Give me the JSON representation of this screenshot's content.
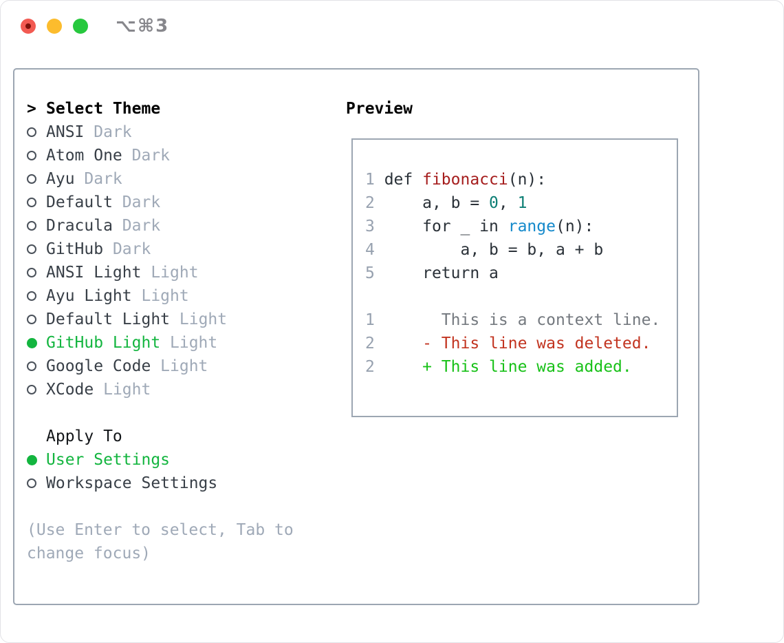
{
  "window": {
    "title": "⌥⌘3",
    "traffic_lights": [
      "close",
      "minimize",
      "zoom"
    ]
  },
  "theme_panel": {
    "header": {
      "cursor": ">",
      "label": "Select Theme"
    },
    "themes": [
      {
        "name": "ANSI",
        "variant": "Dark",
        "selected": false
      },
      {
        "name": "Atom One",
        "variant": "Dark",
        "selected": false
      },
      {
        "name": "Ayu",
        "variant": "Dark",
        "selected": false
      },
      {
        "name": "Default",
        "variant": "Dark",
        "selected": false
      },
      {
        "name": "Dracula",
        "variant": "Dark",
        "selected": false
      },
      {
        "name": "GitHub",
        "variant": "Dark",
        "selected": false
      },
      {
        "name": "ANSI Light",
        "variant": "Light",
        "selected": false
      },
      {
        "name": "Ayu Light",
        "variant": "Light",
        "selected": false
      },
      {
        "name": "Default Light",
        "variant": "Light",
        "selected": false
      },
      {
        "name": "GitHub Light",
        "variant": "Light",
        "selected": true
      },
      {
        "name": "Google Code",
        "variant": "Light",
        "selected": false
      },
      {
        "name": "XCode",
        "variant": "Light",
        "selected": false
      }
    ],
    "apply_to": {
      "label": "Apply To",
      "options": [
        {
          "name": "User Settings",
          "selected": true
        },
        {
          "name": "Workspace Settings",
          "selected": false
        }
      ]
    },
    "hint_lines": [
      "(Use Enter to select, Tab to",
      "change focus)"
    ]
  },
  "preview": {
    "label": "Preview",
    "code_lines": [
      {
        "num": "1",
        "segments": [
          {
            "t": "def ",
            "c": "plain"
          },
          {
            "t": "fibonacci",
            "c": "func"
          },
          {
            "t": "(n):",
            "c": "plain"
          }
        ]
      },
      {
        "num": "2",
        "segments": [
          {
            "t": "    a, b = ",
            "c": "plain"
          },
          {
            "t": "0",
            "c": "num"
          },
          {
            "t": ", ",
            "c": "plain"
          },
          {
            "t": "1",
            "c": "num"
          }
        ]
      },
      {
        "num": "3",
        "segments": [
          {
            "t": "    for _ in ",
            "c": "plain"
          },
          {
            "t": "range",
            "c": "builtin"
          },
          {
            "t": "(n):",
            "c": "plain"
          }
        ]
      },
      {
        "num": "4",
        "segments": [
          {
            "t": "        a, b = b, a + b",
            "c": "plain"
          }
        ]
      },
      {
        "num": "5",
        "segments": [
          {
            "t": "    return a",
            "c": "plain"
          }
        ]
      },
      {
        "num": "",
        "segments": []
      },
      {
        "num": "1",
        "segments": [
          {
            "t": "      This is a context line.",
            "c": "context"
          }
        ]
      },
      {
        "num": "2",
        "segments": [
          {
            "t": "    - This line was deleted.",
            "c": "deleted"
          }
        ]
      },
      {
        "num": "2",
        "segments": [
          {
            "t": "    + This line was added.",
            "c": "added"
          }
        ]
      }
    ]
  },
  "colors": {
    "panel_border": "#9ca6b2",
    "selected_green": "#13b53f",
    "theme_name": "#383f47",
    "variant_gray": "#9fa9b7",
    "line_number": "#97a1af",
    "code_default": "#2a3138",
    "function_red": "#a51d1d",
    "number_teal": "#0c7e74",
    "builtin_blue": "#1489cb",
    "diff_context": "#74797f",
    "diff_deleted": "#c23420",
    "diff_added": "#18c118",
    "traffic_red": "#f25a52",
    "traffic_yellow": "#fcbc2d",
    "traffic_green": "#27c83e"
  }
}
